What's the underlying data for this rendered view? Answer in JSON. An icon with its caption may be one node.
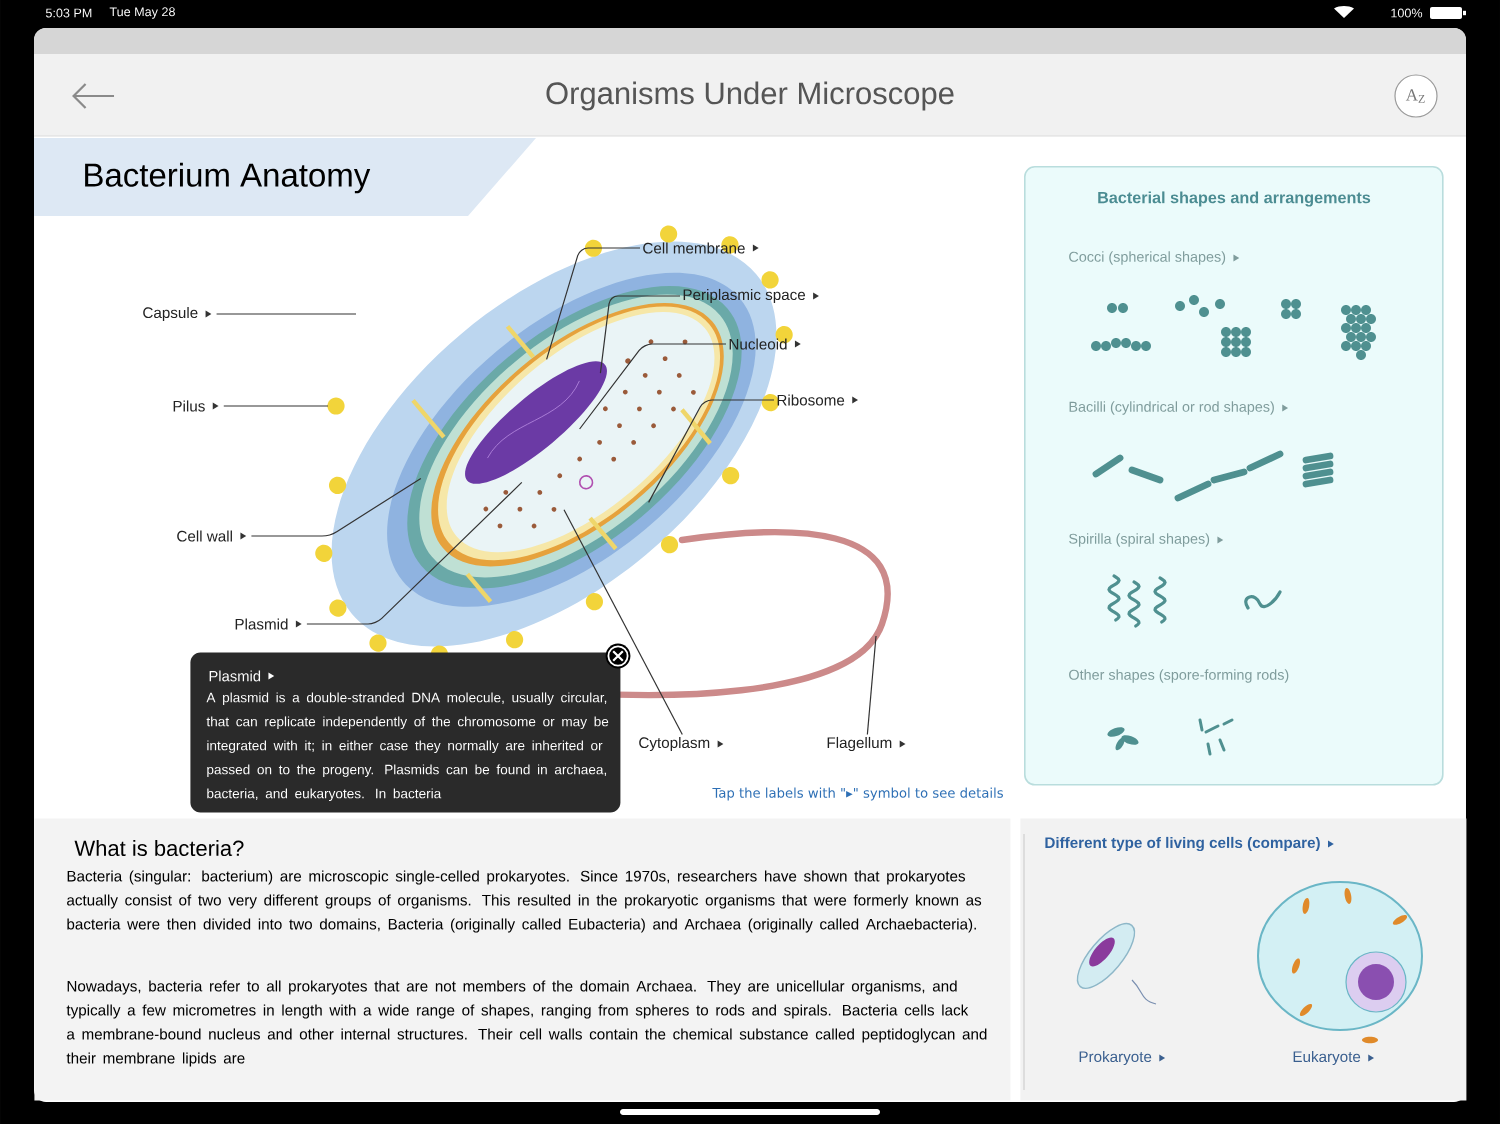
{
  "diagram": {
    "title": "Organisms Under Microscope",
    "nodes": [
      {
        "text": [
          "Bacterium Anatomy"
        ]
      },
      {
        "text": [
          "Capsule"
        ]
      },
      {
        "text": [
          "Pilus"
        ]
      },
      {
        "text": [
          "Cell wall"
        ]
      },
      {
        "text": [
          "Plasmid"
        ]
      },
      {
        "text": [
          "Cytoplasm"
        ]
      },
      {
        "text": [
          "Cell membrane"
        ]
      },
      {
        "text": [
          "Periplasmic space"
        ]
      },
      {
        "text": [
          "Nucleoid"
        ]
      },
      {
        "text": [
          "Ribosome"
        ]
      },
      {
        "text": [
          "Flagellum"
        ]
      },
      {
        "text": [
          "Bacterial shapes and arrangements"
        ]
      },
      {
        "text": [
          "Plasmid",
          "A plasmid is a double-stranded DNA molecule, usually circular, that can replicate independently of the chromosome or may be integrated with it; in either case they normally are inherited or passed on to the progeny. Plasmids can be found in archaea, bacteria, and eukaryotes. In bacteria"
        ]
      },
      {
        "text": [
          "Different type of living cells (compare)"
        ]
      },
      {
        "text": [
          "What is bacteria?",
          "Bacteria (singular: bacterium) are microscopic single-celled prokaryotes. Since 1970s, researchers have shown that prokaryotes actually consist of two very different groups of organisms. This resulted in the prokaryotic organisms that were formerly known as bacteria were then divided into two domains, Bacteria (originally called Eubacteria) and Archaea (originally called Archaebacteria).",
          "Nowadays, bacteria refer to all prokaryotes that are not members of the domain Archaea. They are unicellular organisms, and typically a few micrometres in length with a wide range of shapes, ranging from spheres to rods and spirals. Bacteria cells lack a membrane-bound nucleus and other internal structures. Their cell walls contain the chemical substance called peptidoglycan and their membrane lipids are"
        ]
      }
    ],
    "edges": [
      {
        "from": 1,
        "to": null,
        "arrow": "none"
      },
      {
        "from": 2,
        "to": null,
        "arrow": "none"
      },
      {
        "from": 3,
        "to": null,
        "arrow": "none"
      },
      {
        "from": 4,
        "to": null,
        "arrow": "none"
      },
      {
        "from": 5,
        "to": null,
        "arrow": "none"
      },
      {
        "from": 6,
        "to": null,
        "arrow": "none"
      },
      {
        "from": 7,
        "to": null,
        "arrow": "none"
      },
      {
        "from": 8,
        "to": null,
        "arrow": "none"
      },
      {
        "from": 9,
        "to": null,
        "arrow": "none"
      },
      {
        "from": 10,
        "to": null,
        "arrow": "none"
      }
    ],
    "labels": [
      "5:03 PM",
      "Tue May 28",
      "100%",
      "A$_{Z}$",
      "Cocci (spherical shapes)",
      "Bacilli (cylindrical or rod shapes)",
      "Spirilla (spiral shapes)",
      "Other shapes (spore-forming rods)",
      "Tap the labels with \"▸\" symbol to see details",
      "Prokaryote",
      "Eukaryote"
    ]
  }
}
